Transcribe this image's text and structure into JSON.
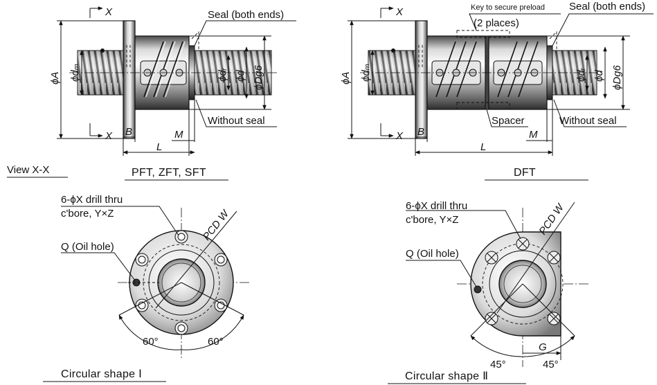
{
  "labels": {
    "x_marker": "X",
    "seal_both_ends": "Seal (both ends)",
    "without_seal": "Without seal",
    "key_to_secure_preload": "Key to secure preload",
    "two_places": "(2 places)",
    "spacer": "Spacer",
    "dim_B": "B",
    "dim_L": "L",
    "dim_M": "M",
    "dim_A": "ϕA",
    "dim_dm": "ϕdₘ",
    "dim_dr": "ϕdᵣ",
    "dim_d": "ϕd",
    "dim_Dg6": "ϕDg6",
    "view_xx": "View X-X",
    "drill_line1": "6-ϕX drill thru",
    "drill_line2": "c'bore, Y×Z",
    "oil_hole": "Q (Oil hole)",
    "pcd_w": "PCD W",
    "angle_60": "60°",
    "angle_45": "45°",
    "dim_G": "G"
  },
  "captions": {
    "left_top": "PFT, ZFT, SFT",
    "right_top": "DFT",
    "left_bottom": "Circular shape Ⅰ",
    "right_bottom": "Circular shape Ⅱ"
  },
  "colors": {
    "line": "#111111",
    "metal_light": "#f2f2f2",
    "metal_dark": "#6e6e6e"
  }
}
